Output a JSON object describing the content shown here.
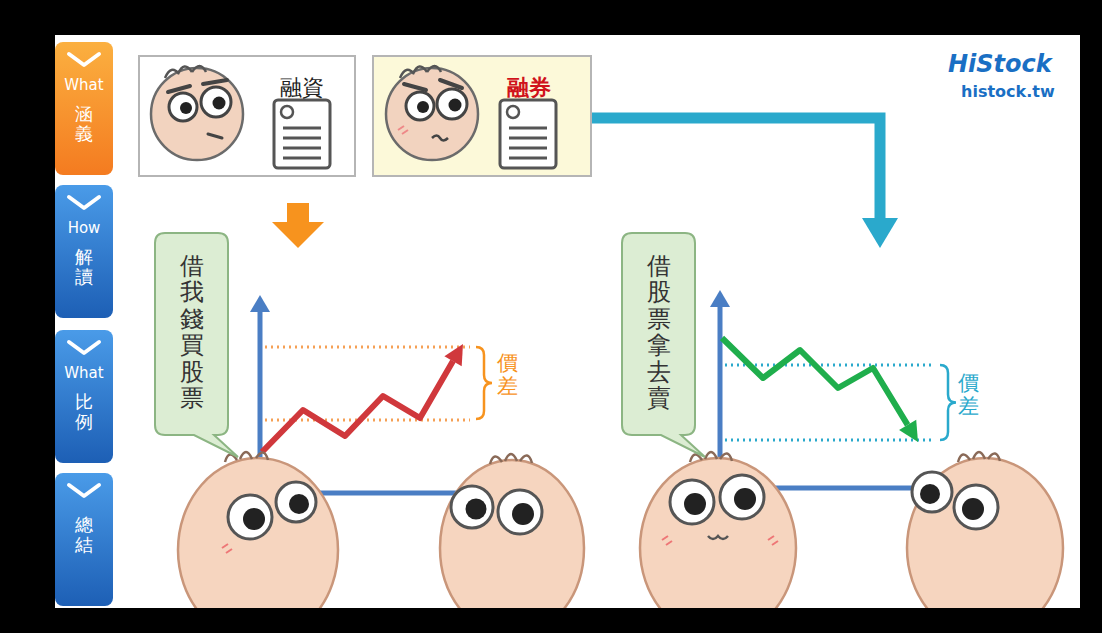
{
  "diagram": {
    "nodes": [
      {
        "text": [
          "What",
          "涵義"
        ]
      },
      {
        "text": [
          "How",
          "解讀"
        ]
      },
      {
        "text": [
          "What",
          "比例"
        ]
      },
      {
        "text": [
          "總結"
        ]
      },
      {
        "text": [
          "融資"
        ]
      },
      {
        "text": [
          "融券"
        ]
      },
      {
        "text": [
          "借我錢買股票"
        ]
      },
      {
        "text": [
          "借股票拿去賣"
        ]
      }
    ],
    "labels": [
      "HiStock",
      "histock.tw",
      "價差",
      "價差"
    ]
  }
}
